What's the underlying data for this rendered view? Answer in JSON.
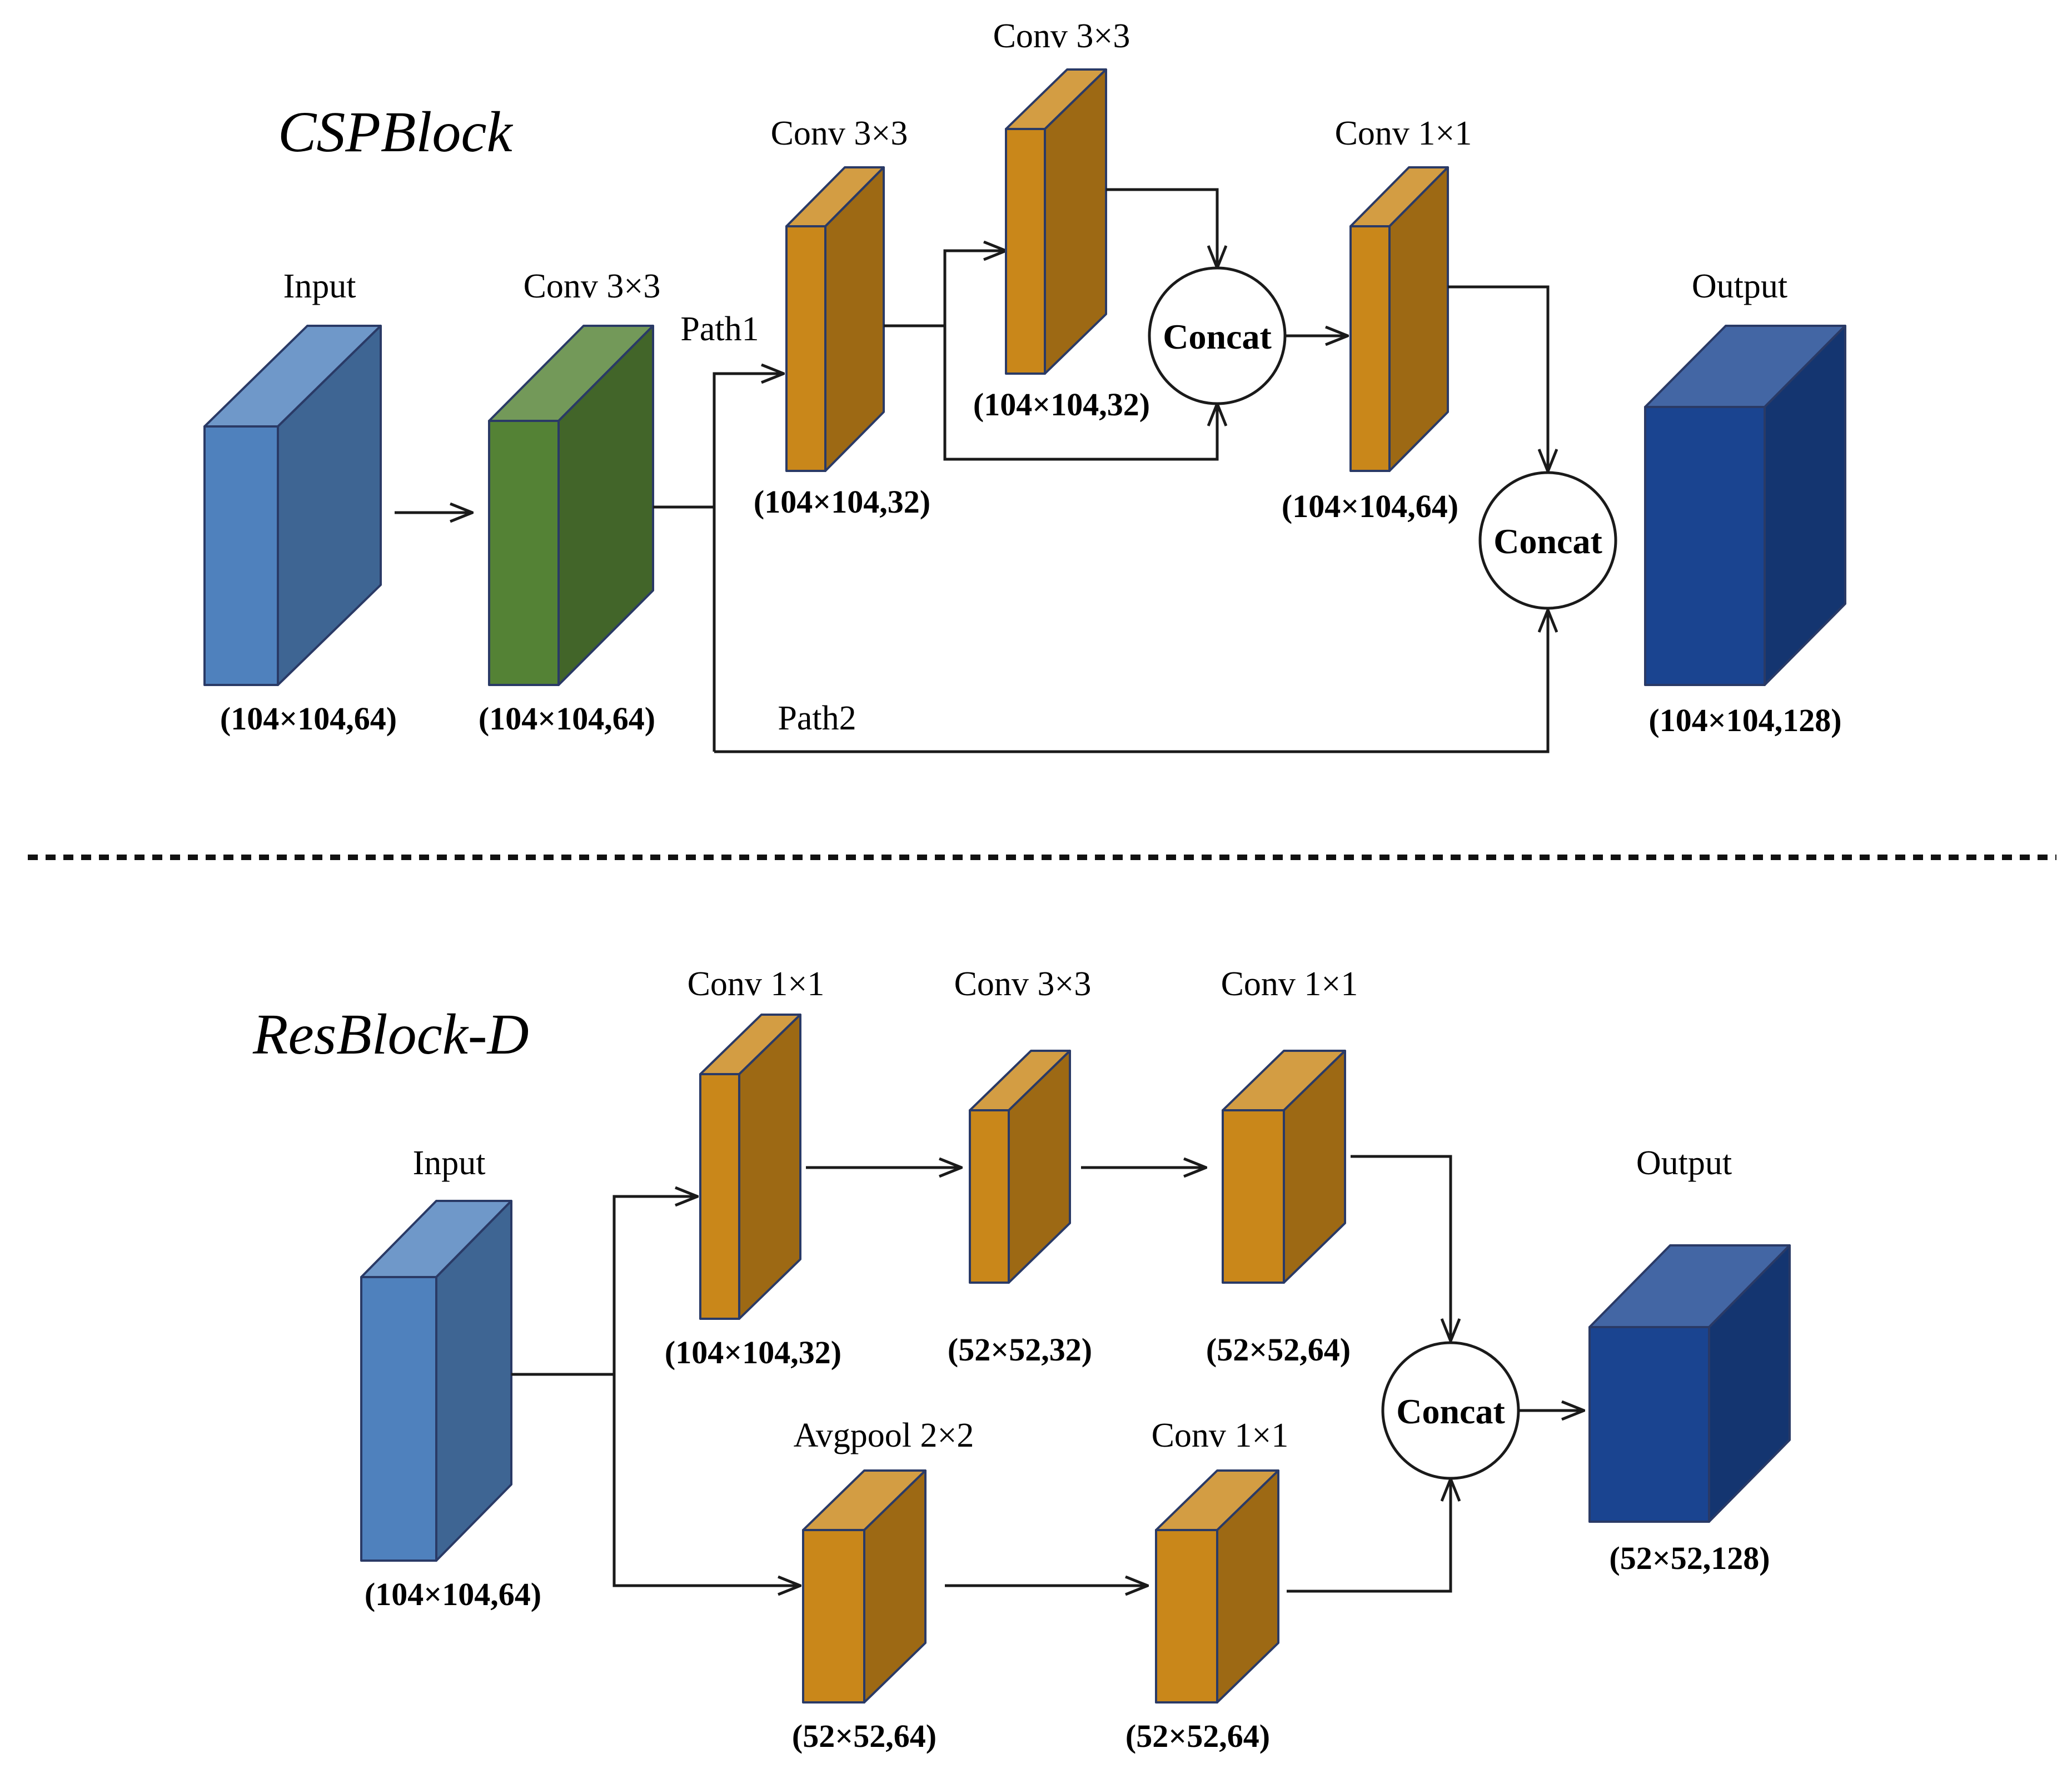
{
  "colors": {
    "input_block": "#4f81bd",
    "stem_conv_block": "#548235",
    "conv_block": "#c9871a",
    "output_block": "#1a4490"
  },
  "csp": {
    "title": "CSPBlock",
    "input": {
      "label": "Input",
      "dims": "(104×104,64)"
    },
    "stem_conv": {
      "label": "Conv 3×3",
      "dims": "(104×104,64)"
    },
    "path1_label": "Path1",
    "path2_label": "Path2",
    "conv_a": {
      "label": "Conv 3×3",
      "dims": "(104×104,32)"
    },
    "conv_b": {
      "label": "Conv 3×3",
      "dims": "(104×104,32)"
    },
    "concat_inner": "Concat",
    "conv_c": {
      "label": "Conv 1×1",
      "dims": "(104×104,64)"
    },
    "concat_outer": "Concat",
    "output": {
      "label": "Output",
      "dims": "(104×104,128)"
    }
  },
  "resd": {
    "title": "ResBlock-D",
    "input": {
      "label": "Input",
      "dims": "(104×104,64)"
    },
    "conv_1": {
      "label": "Conv 1×1",
      "dims": "(104×104,32)"
    },
    "conv_2": {
      "label": "Conv 3×3",
      "dims": "(52×52,32)"
    },
    "conv_3": {
      "label": "Conv 1×1",
      "dims": "(52×52,64)"
    },
    "avgpool": {
      "label": "Avgpool 2×2",
      "dims": "(52×52,64)"
    },
    "conv_4": {
      "label": "Conv 1×1",
      "dims": "(52×52,64)"
    },
    "concat": "Concat",
    "output": {
      "label": "Output",
      "dims": "(52×52,128)"
    }
  }
}
